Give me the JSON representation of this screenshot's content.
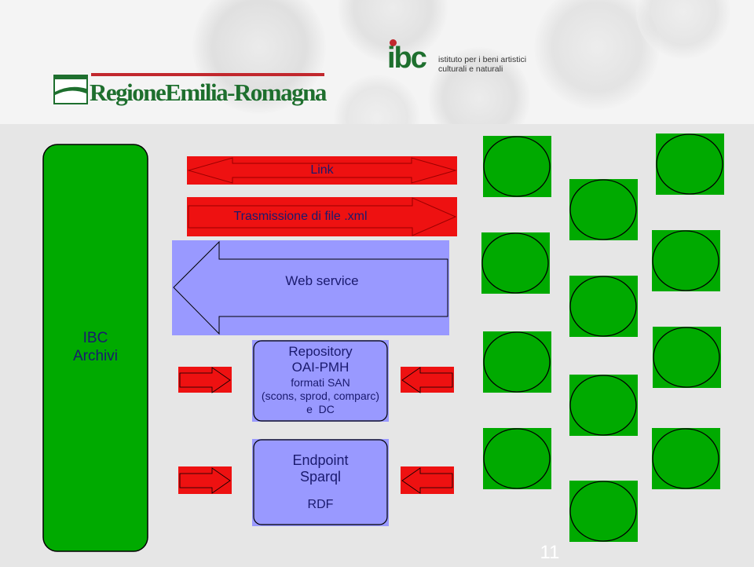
{
  "header": {
    "region_logo_text": "RegioneEmilia-Romagna",
    "ibc_logo_short": "ibc",
    "ibc_logo_line1": "istituto per i beni artistici",
    "ibc_logo_line2": "culturali e naturali"
  },
  "archive": {
    "line1": "IBC",
    "line2": "Archivi"
  },
  "arrows": {
    "link": "Link",
    "transmission": "Trasmissione di file .xml",
    "web_service": "Web service"
  },
  "repository": {
    "line1": "Repository",
    "line2": "OAI-PMH",
    "line3": "formati SAN",
    "line4": "(scons, sprod, comparc)",
    "line5": "e  DC"
  },
  "endpoint": {
    "line1": "Endpoint",
    "line2": "Sparql",
    "line3": "RDF"
  },
  "page_number": "11",
  "colors": {
    "green": "#00aa00",
    "red": "#ee1111",
    "lavender": "#9999ff",
    "panel": "#e6e6e6",
    "text": "#1a1a6e"
  }
}
